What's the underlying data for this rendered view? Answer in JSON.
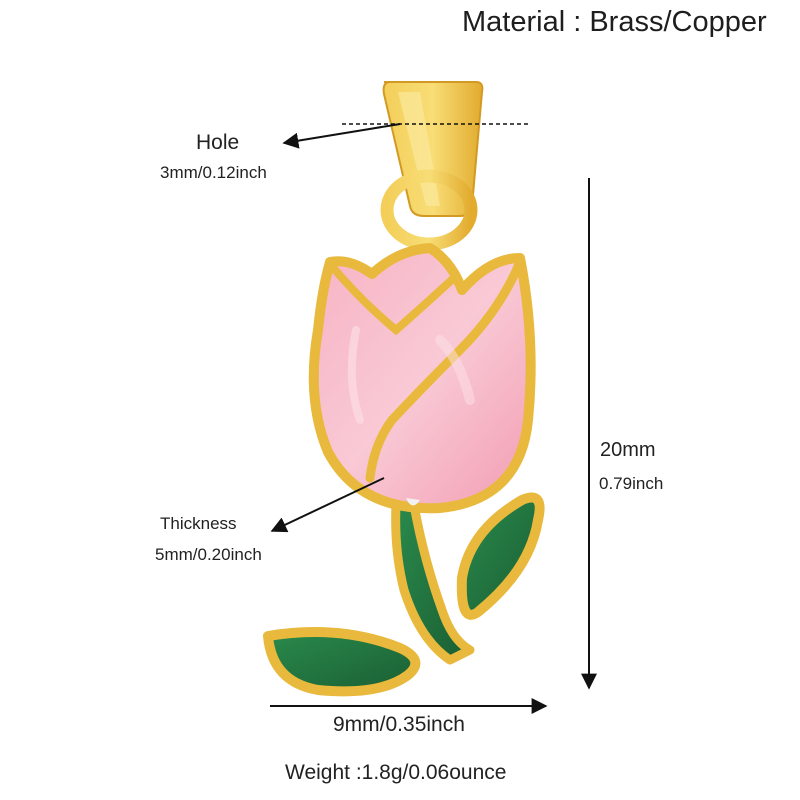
{
  "material": "Material : Brass/Copper",
  "hole": {
    "title": "Hole",
    "size": "3mm/0.12inch"
  },
  "height": {
    "mm": "20mm",
    "inch": "0.79inch"
  },
  "thickness": {
    "title": "Thickness",
    "size": "5mm/0.20inch"
  },
  "width": {
    "size": "9mm/0.35inch"
  },
  "weight": "Weight :1.8g/0.06ounce",
  "colors": {
    "gold": "#e8b93c",
    "gold_dark": "#c8921e",
    "petal_pink": "#f5a9bb",
    "petal_light": "#f9c7d3",
    "leaf_green": "#1f6e3c",
    "arrow": "#111111"
  }
}
